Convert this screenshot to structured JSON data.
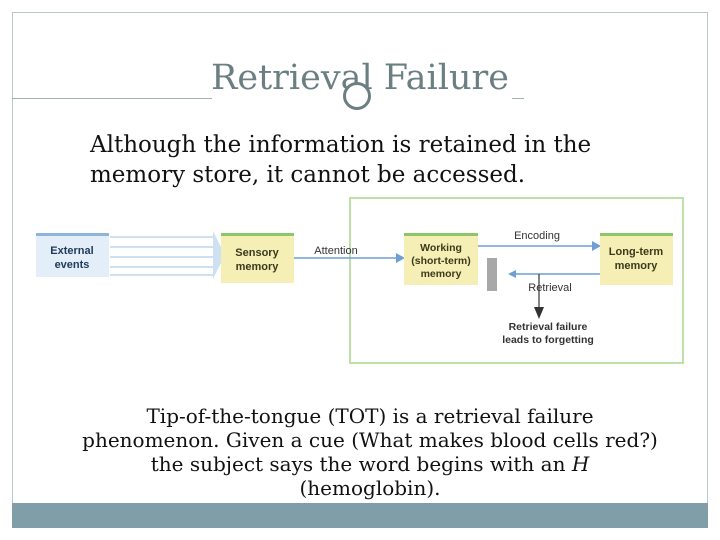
{
  "slide": {
    "title": "Retrieval Failure",
    "subtitle": "Although the information is retained in the\n   memory store, it cannot be accessed.",
    "caption_before_h": "Tip-of-the-tongue (TOT) is a retrieval failure phenomenon. Given a cue (What makes blood cells red?) the subject says the word begins with an ",
    "caption_h": "H",
    "caption_after_h": " (hemoglobin)."
  },
  "diagram": {
    "external_events": [
      "External",
      "events"
    ],
    "sensory_memory": [
      "Sensory",
      "memory"
    ],
    "attention": "Attention",
    "working_memory": [
      "Working",
      "(short-term)",
      "memory"
    ],
    "encoding": "Encoding",
    "long_term_memory": [
      "Long-term",
      "memory"
    ],
    "retrieval": "Retrieval",
    "retrieval_failure": [
      "Retrieval failure",
      "leads to forgetting"
    ],
    "colors": {
      "external_fill": "#e3eef8",
      "external_stripe": "#8fb4dc",
      "memory_fill": "#f5efb6",
      "memory_stripe": "#8ec76a",
      "frame_green": "#bfe0a8",
      "arrow_blue": "#6f9fd2",
      "arrow_light": "#cfe0f2",
      "bar_gray": "#a8a8a8"
    }
  }
}
